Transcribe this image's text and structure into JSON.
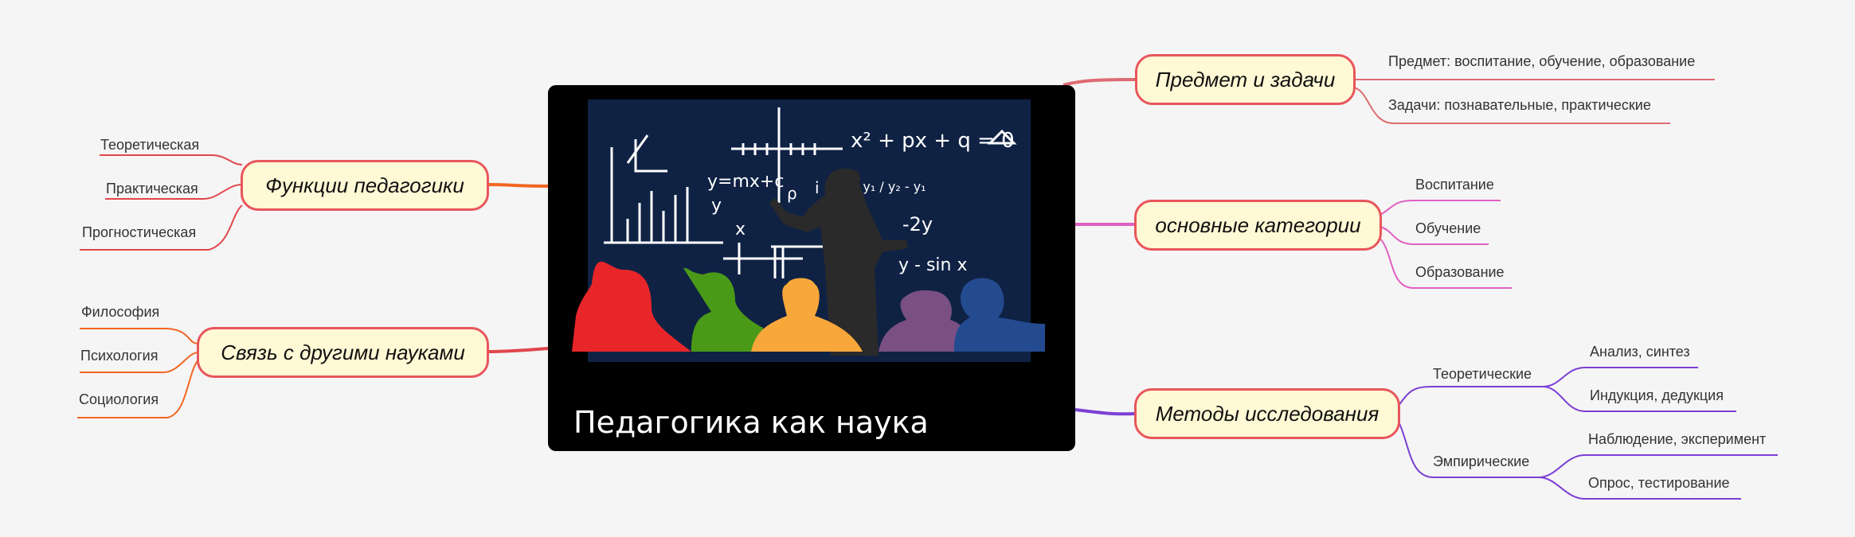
{
  "central": {
    "title": "Педагогика как наука"
  },
  "board_formulas": [
    "x² + px + q = 0",
    "y=mx+c",
    "y - y₁ / y₂ - y₁",
    "-2y",
    "y - sin x",
    "x",
    "y",
    "ρ",
    "i"
  ],
  "branches": {
    "functions": {
      "label": "Функции педагогики",
      "items": [
        "Теоретическая",
        "Практическая",
        "Прогностическая"
      ]
    },
    "relations": {
      "label": "Связь с другими науками",
      "items": [
        "Философия",
        "Психология",
        "Социология"
      ]
    },
    "subject": {
      "label": "Предмет и задачи",
      "items": [
        "Предмет: воспитание, обучение, образование",
        "Задачи: познавательные, практические"
      ]
    },
    "categories": {
      "label": "основные категории",
      "items": [
        "Воспитание",
        "Обучение",
        "Образование"
      ]
    },
    "methods": {
      "label": "Методы исследования",
      "groups": [
        {
          "label": "Теоретические",
          "items": [
            "Анализ, синтез",
            "Индукция, дедукция"
          ]
        },
        {
          "label": "Эмпирические",
          "items": [
            "Наблюдение, эксперимент",
            "Опрос, тестирование"
          ]
        }
      ]
    }
  },
  "colors": {
    "functions": "#f26522",
    "relations": "#e0464b",
    "subject": "#de6b72",
    "categories": "#e05fc1",
    "methods": "#7b3fd4",
    "node_fill": "#fff9d5",
    "node_border": "#e8565b"
  }
}
